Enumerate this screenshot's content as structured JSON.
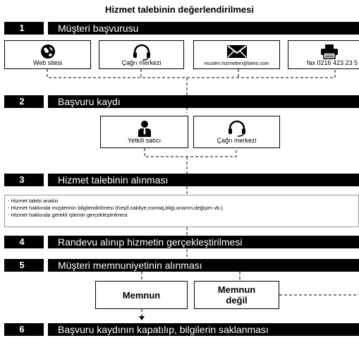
{
  "title": "Hizmet talebinin değerlendirilmesi",
  "steps": [
    {
      "num": "1",
      "label": "Müşteri başvurusu"
    },
    {
      "num": "2",
      "label": "Başvuru kaydı"
    },
    {
      "num": "3",
      "label": "Hizmet talebinin alınması"
    },
    {
      "num": "4",
      "label": "Randevu alınıp hizmetin gerçekleştirilmesi"
    },
    {
      "num": "5",
      "label": "Müşteri memnuniyetinin alınması"
    },
    {
      "num": "6",
      "label": "Başvuru kaydının kapatılıp, bilgilerin saklanması"
    }
  ],
  "channels": [
    {
      "label": "Web sitesi",
      "icon": "globe-icon"
    },
    {
      "label": "Çağrı merkezi",
      "icon": "headset-icon"
    },
    {
      "label": "musteri.hizmetleri@beko.com",
      "icon": "envelope-icon"
    },
    {
      "label": "fax 0216 423 23 5",
      "icon": "fax-icon"
    }
  ],
  "registration": [
    {
      "label": "Yetkili satıcı",
      "icon": "person-icon"
    },
    {
      "label": "Çağrı merkezi",
      "icon": "headset-icon"
    }
  ],
  "notes": [
    "- Hizmet talebi analizi",
    "- Hizmet hakkında müşterinin bilgilendirilmesi (Keşif,nakliye,montaj,bilgi,onarım,değişim vb.)",
    "- Hizmet hakkında gerekli işlemin gerçekleştirilmesi"
  ],
  "outcomes": {
    "satisfied": "Memnun",
    "unsatisfied_line1": "Memnun",
    "unsatisfied_line2": "değil"
  }
}
